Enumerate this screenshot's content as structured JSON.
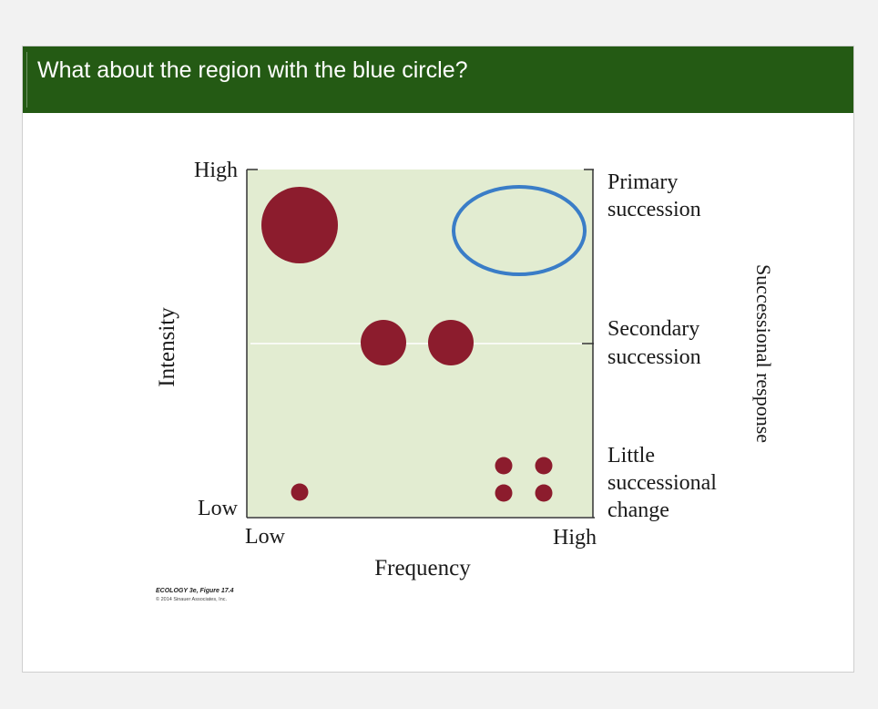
{
  "slide": {
    "title": "What about the region with the blue circle?"
  },
  "figure": {
    "y_axis_label": "Intensity",
    "x_axis_label": "Frequency",
    "y_ticks": {
      "high": "High",
      "low": "Low"
    },
    "x_ticks": {
      "low": "Low",
      "high": "High"
    },
    "right_axis_label": "Successional response",
    "responses": {
      "primary": [
        "Primary",
        "succession"
      ],
      "secondary": [
        "Secondary",
        "succession"
      ],
      "little": [
        "Little",
        "successional",
        "change"
      ]
    },
    "colors": {
      "plot_background": "#e2ecd1",
      "marker": "#8c1c2d",
      "highlight_outline": "#3a7dc7",
      "title_bar": "#245a14"
    },
    "highlight": "blue-circle-high-intensity-high-frequency"
  },
  "credit": {
    "title": "ECOLOGY 3e, Figure 17.4",
    "copyright": "© 2014 Sinauer Associates, Inc."
  }
}
